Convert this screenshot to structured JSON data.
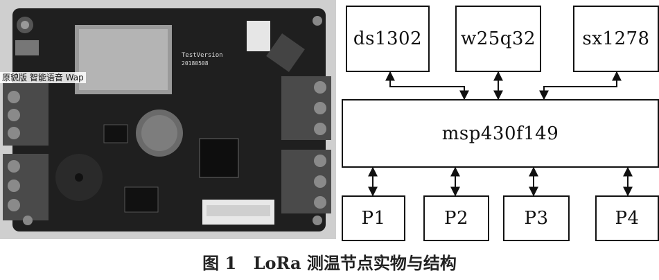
{
  "photo": {
    "board_marking_top": "TestVersion",
    "board_marking_bottom": "20180508",
    "watermark_text": "原貌版  智能语音  Wap"
  },
  "diagram": {
    "peripherals_top": [
      "ds1302",
      "w25q32",
      "sx1278"
    ],
    "mcu": "msp430f149",
    "ports": [
      "P1",
      "P2",
      "P3",
      "P4"
    ]
  },
  "caption": {
    "figure_number": "图 1",
    "title": "LoRa 测温节点实物与结构"
  }
}
